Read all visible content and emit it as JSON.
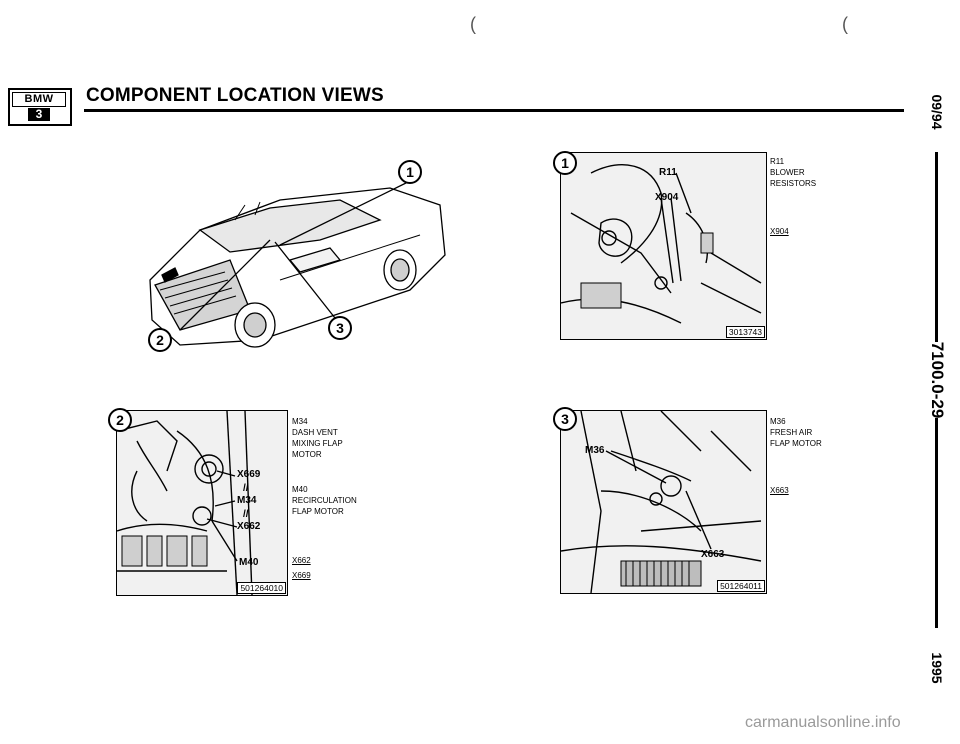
{
  "header": {
    "logo_brand": "BMW",
    "logo_series": "3",
    "title": "COMPONENT LOCATION VIEWS"
  },
  "margin": {
    "date": "09/94",
    "page": "7100.0-29",
    "year": "1995"
  },
  "overview": {
    "callouts": [
      "1",
      "2",
      "3"
    ]
  },
  "view1": {
    "callout": "1",
    "photo_labels": [
      "R11",
      "X904"
    ],
    "caption": "R11\nBLOWER\nRESISTORS",
    "xref": "X904",
    "ref": "3013743"
  },
  "view2": {
    "callout": "2",
    "photo_labels": [
      "X669",
      "//",
      "M34",
      "//",
      "X662",
      "M40"
    ],
    "caption1": "M34\nDASH VENT\nMIXING FLAP\nMOTOR",
    "caption2": "M40\nRECIRCULATION\nFLAP MOTOR",
    "xrefs": [
      "X662",
      "X669"
    ],
    "ref": "501264010"
  },
  "view3": {
    "callout": "3",
    "photo_labels": [
      "M36",
      "X663"
    ],
    "caption": "M36\nFRESH AIR\nFLAP MOTOR",
    "xref": "X663",
    "ref": "501264011"
  },
  "footer": {
    "watermark": "carmanualsonline.info"
  }
}
